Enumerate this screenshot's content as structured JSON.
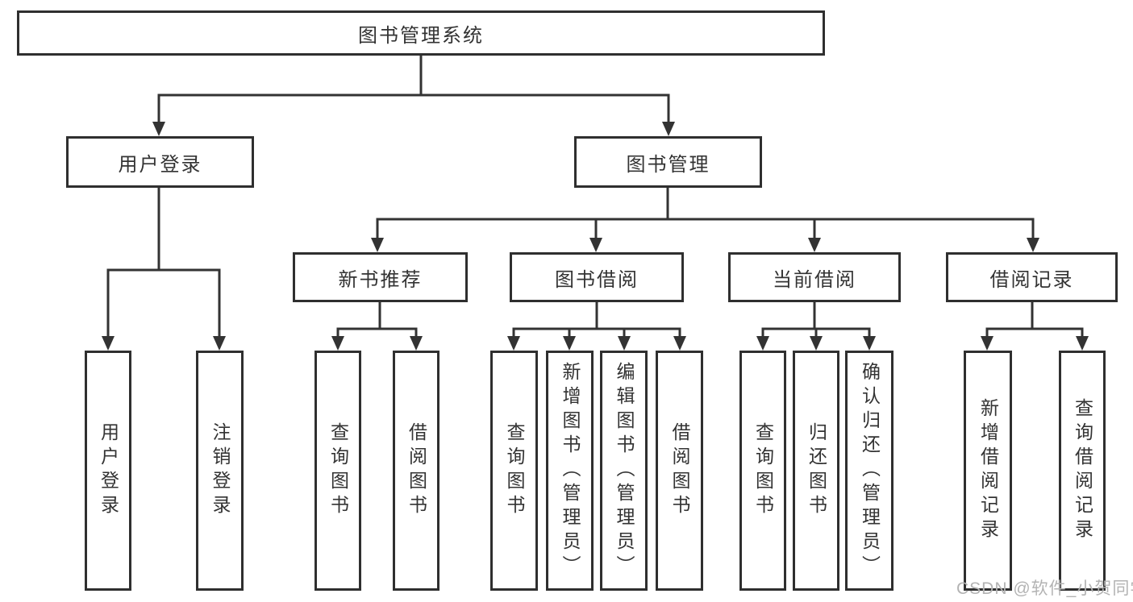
{
  "nodes": {
    "root": "图书管理系统",
    "level2": [
      "用户登录",
      "图书管理"
    ],
    "level3": [
      "新书推荐",
      "图书借阅",
      "当前借阅",
      "借阅记录"
    ],
    "leaves": {
      "user_login": [
        "用户登录",
        "注销登录"
      ],
      "new_book": [
        "查询图书",
        "借阅图书"
      ],
      "book_borrow": [
        "查询图书",
        "新增图书（管理员）",
        "编辑图书（管理员）",
        "借阅图书"
      ],
      "current_borrow": [
        "查询图书",
        "归还图书",
        "确认归还（管理员）"
      ],
      "borrow_records": [
        "新增借阅记录",
        "查询借阅记录"
      ]
    }
  },
  "watermark": "CSDN @软件_小贺同学",
  "colors": {
    "line": "#333333",
    "box_border": "#2f2f2f",
    "text": "#333333",
    "watermark": "#b3b3b3",
    "background": "#ffffff"
  }
}
